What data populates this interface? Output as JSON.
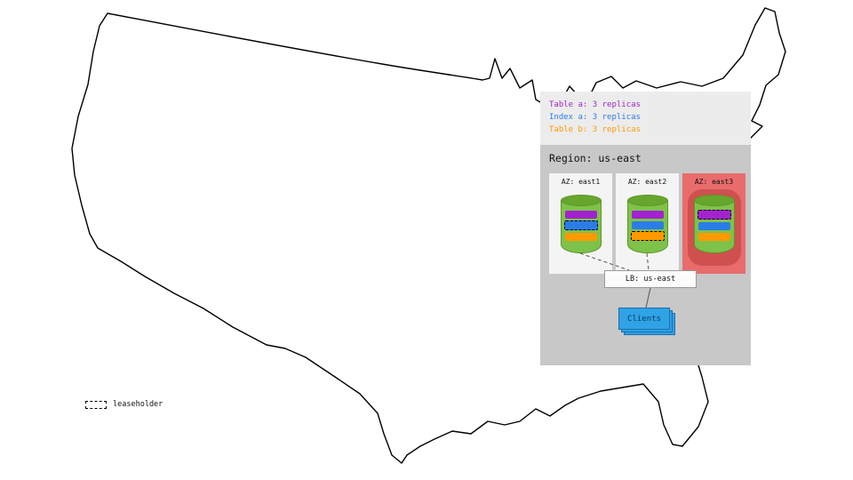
{
  "panel": {
    "legend": {
      "items": [
        {
          "label": "Table a: 3 replicas",
          "color": "#a322cf"
        },
        {
          "label": "Index a: 3 replicas",
          "color": "#2b7ce9"
        },
        {
          "label": "Table b: 3 replicas",
          "color": "#ff9900"
        }
      ]
    },
    "region": {
      "title": "Region: us-east",
      "azs": [
        {
          "label": "AZ: east1",
          "failed": false,
          "replicas": [
            {
              "name": "table-a",
              "leaseholder": false
            },
            {
              "name": "index-a",
              "leaseholder": true
            },
            {
              "name": "table-b",
              "leaseholder": false
            }
          ]
        },
        {
          "label": "AZ: east2",
          "failed": false,
          "replicas": [
            {
              "name": "table-a",
              "leaseholder": false
            },
            {
              "name": "index-a",
              "leaseholder": false
            },
            {
              "name": "table-b",
              "leaseholder": true
            }
          ]
        },
        {
          "label": "AZ: east3",
          "failed": true,
          "replicas": [
            {
              "name": "table-a",
              "leaseholder": true
            },
            {
              "name": "index-a",
              "leaseholder": false
            },
            {
              "name": "table-b",
              "leaseholder": false
            }
          ]
        }
      ],
      "load_balancer": {
        "label": "LB: us-east"
      },
      "clients": {
        "label": "Clients"
      }
    }
  },
  "map_legend": {
    "label": "leaseholder"
  },
  "colors": {
    "table_a": "#a322cf",
    "index_a": "#2b7ce9",
    "table_b": "#ff9900",
    "cylinder_body": "#7ec24a",
    "cylinder_top": "#67a62c",
    "az_bg": "#f4f4f4",
    "az_failed_bg": "#e96c6c",
    "az_failed_inner": "#d05050",
    "panel_top_bg": "#ececec",
    "panel_region_bg": "#c8c8c8",
    "clients_bg": "#2fa3e6"
  }
}
